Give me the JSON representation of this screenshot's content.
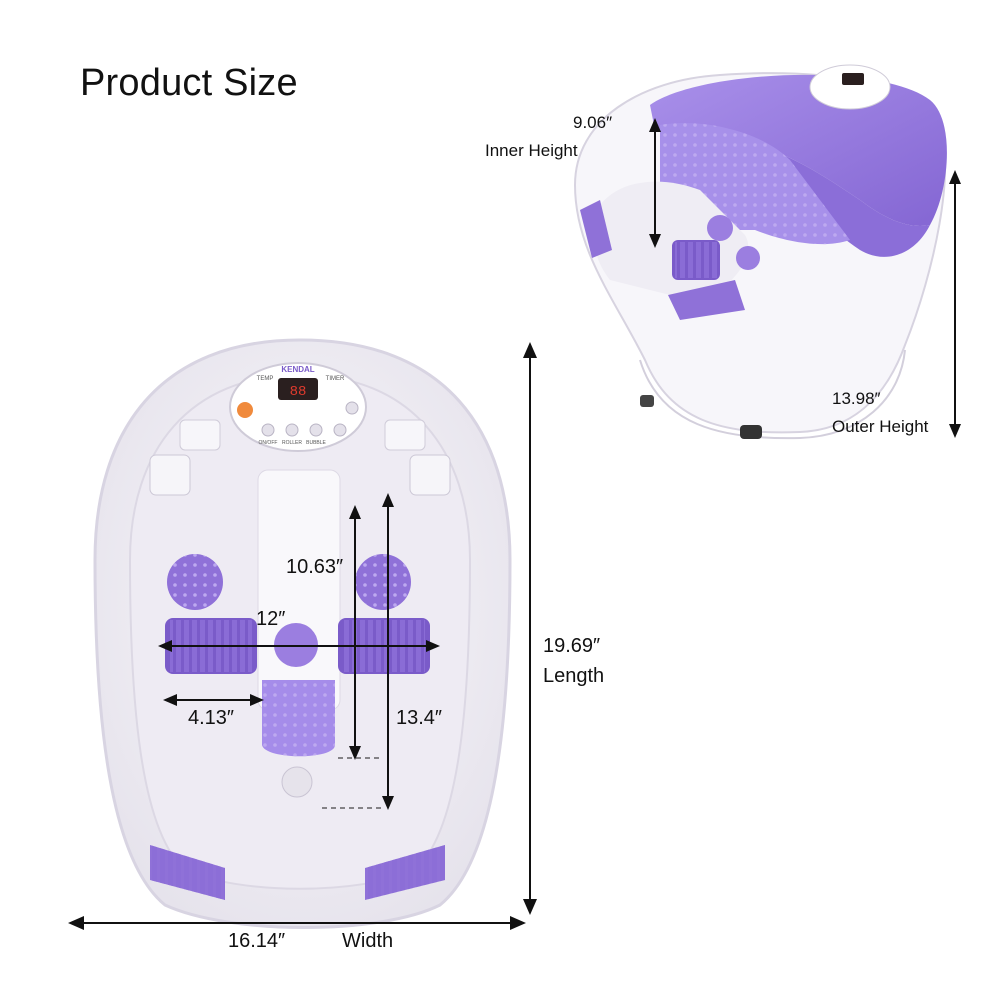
{
  "title": "Product Size",
  "brand": "KENDAL",
  "display_digits": "88",
  "panel": {
    "top_left": "TEMP",
    "top_right": "TIMER",
    "bottom": [
      "ON/OFF",
      "ROLLER",
      "BUBBLE"
    ]
  },
  "dimensions": {
    "inner_height": {
      "value": "9.06″",
      "label": "Inner Height"
    },
    "outer_height": {
      "value": "13.98″",
      "label": "Outer Height"
    },
    "length": {
      "value": "19.69″",
      "label": "Length"
    },
    "width": {
      "value": "16.14″",
      "label": "Width"
    },
    "roller_span": "12″",
    "inner_length_short": "10.63″",
    "inner_length_long": "13.4″",
    "foot_width": "4.13″"
  },
  "colors": {
    "accent": "#9b7ee0",
    "accent_dark": "#7a5bc9",
    "tub": "#f4f2f8"
  }
}
